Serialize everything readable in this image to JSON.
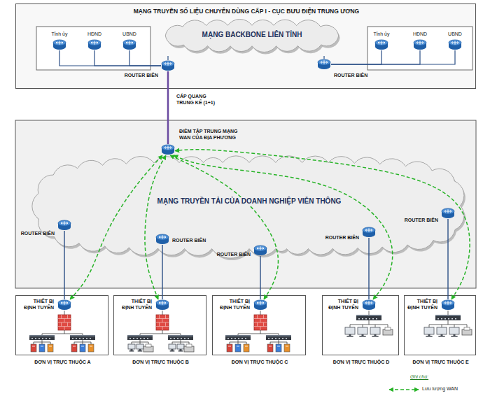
{
  "diagram": {
    "nodes": [
      {
        "text": [
          "MẠNG TRUYỀN SỐ LIỆU CHUYÊN DÙNG CẤP I - CỤC BƯU ĐIỆN TRUNG ƯƠNG"
        ]
      },
      {
        "text": [
          "Tỉnh ủy"
        ],
        "in": 0
      },
      {
        "text": [
          "HĐND"
        ],
        "in": 0
      },
      {
        "text": [
          "UBND"
        ],
        "in": 0
      },
      {
        "text": [
          "MẠNG BACKBONE LIÊN TỈNH"
        ],
        "in": 0
      },
      {
        "text": [
          "ROUTER BIÊN"
        ],
        "in": 0
      },
      {
        "text": [
          "ROUTER BIÊN"
        ],
        "in": 0
      },
      {
        "text": [
          "Tỉnh ủy"
        ],
        "in": 0
      },
      {
        "text": [
          "HĐND"
        ],
        "in": 0
      },
      {
        "text": [
          "UBND"
        ],
        "in": 0
      },
      {
        "text": [
          "ĐIỂM TẬP TRUNG MẠNG WAN CỦA ĐỊA PHƯƠNG"
        ]
      },
      {
        "text": [
          "MẠNG TRUYỀN TẢI CỦA DOANH NGHIỆP VIỄN THÔNG"
        ]
      },
      {
        "text": [
          "ROUTER BIÊN"
        ]
      },
      {
        "text": [
          "ROUTER BIÊN"
        ]
      },
      {
        "text": [
          "ROUTER BIÊN"
        ]
      },
      {
        "text": [
          "ROUTER BIÊN"
        ]
      },
      {
        "text": [
          "ROUTER BIÊN"
        ]
      },
      {
        "text": [
          "ĐƠN VỊ TRỰC THUỘC A"
        ]
      },
      {
        "text": [
          "THIẾT BỊ ĐỊNH TUYẾN"
        ],
        "in": 17
      },
      {
        "text": [
          "ĐƠN VỊ TRỰC THUỘC B"
        ]
      },
      {
        "text": [
          "THIẾT BỊ ĐỊNH TUYẾN"
        ],
        "in": 19
      },
      {
        "text": [
          "ĐƠN VỊ TRỰC THUỘC C"
        ]
      },
      {
        "text": [
          "THIẾT BỊ ĐỊNH TUYẾN"
        ],
        "in": 21
      },
      {
        "text": [
          "ĐƠN VỊ TRỰC THUỘC D"
        ]
      },
      {
        "text": [
          "THIẾT BỊ ĐỊNH TUYẾN"
        ],
        "in": 23
      },
      {
        "text": [
          "ĐƠN VỊ TRỰC THUỘC E"
        ]
      },
      {
        "text": [
          "THIẾT BỊ ĐỊNH TUYẾN"
        ],
        "in": 25
      }
    ],
    "edges": [
      {
        "from": 1,
        "to": 5,
        "arrow": "none"
      },
      {
        "from": 2,
        "to": 5,
        "arrow": "none"
      },
      {
        "from": 3,
        "to": 5,
        "arrow": "none"
      },
      {
        "from": 5,
        "to": 4,
        "arrow": "none"
      },
      {
        "from": 6,
        "to": 4,
        "arrow": "none"
      },
      {
        "from": 7,
        "to": 6,
        "arrow": "none"
      },
      {
        "from": 8,
        "to": 6,
        "arrow": "none"
      },
      {
        "from": 9,
        "to": 6,
        "arrow": "none"
      },
      {
        "from": 5,
        "to": 10,
        "label": "CÁP QUANG TRUNG KẾ (1+1)",
        "arrow": "none"
      },
      {
        "from": 12,
        "to": 18,
        "arrow": "none"
      },
      {
        "from": 13,
        "to": 20,
        "arrow": "none"
      },
      {
        "from": 14,
        "to": 22,
        "arrow": "none"
      },
      {
        "from": 15,
        "to": 24,
        "arrow": "none"
      },
      {
        "from": 16,
        "to": 26,
        "arrow": "none"
      },
      {
        "from": 18,
        "to": 10,
        "arrow": "both"
      },
      {
        "from": 20,
        "to": 10,
        "arrow": "both"
      },
      {
        "from": 22,
        "to": 10,
        "arrow": "both"
      },
      {
        "from": 24,
        "to": 10,
        "arrow": "both"
      },
      {
        "from": 26,
        "to": 10,
        "arrow": "both"
      }
    ],
    "labels": [
      "Ghi chú:"
    ],
    "legend": [
      {
        "text": "Lưu lượng WAN"
      }
    ]
  }
}
